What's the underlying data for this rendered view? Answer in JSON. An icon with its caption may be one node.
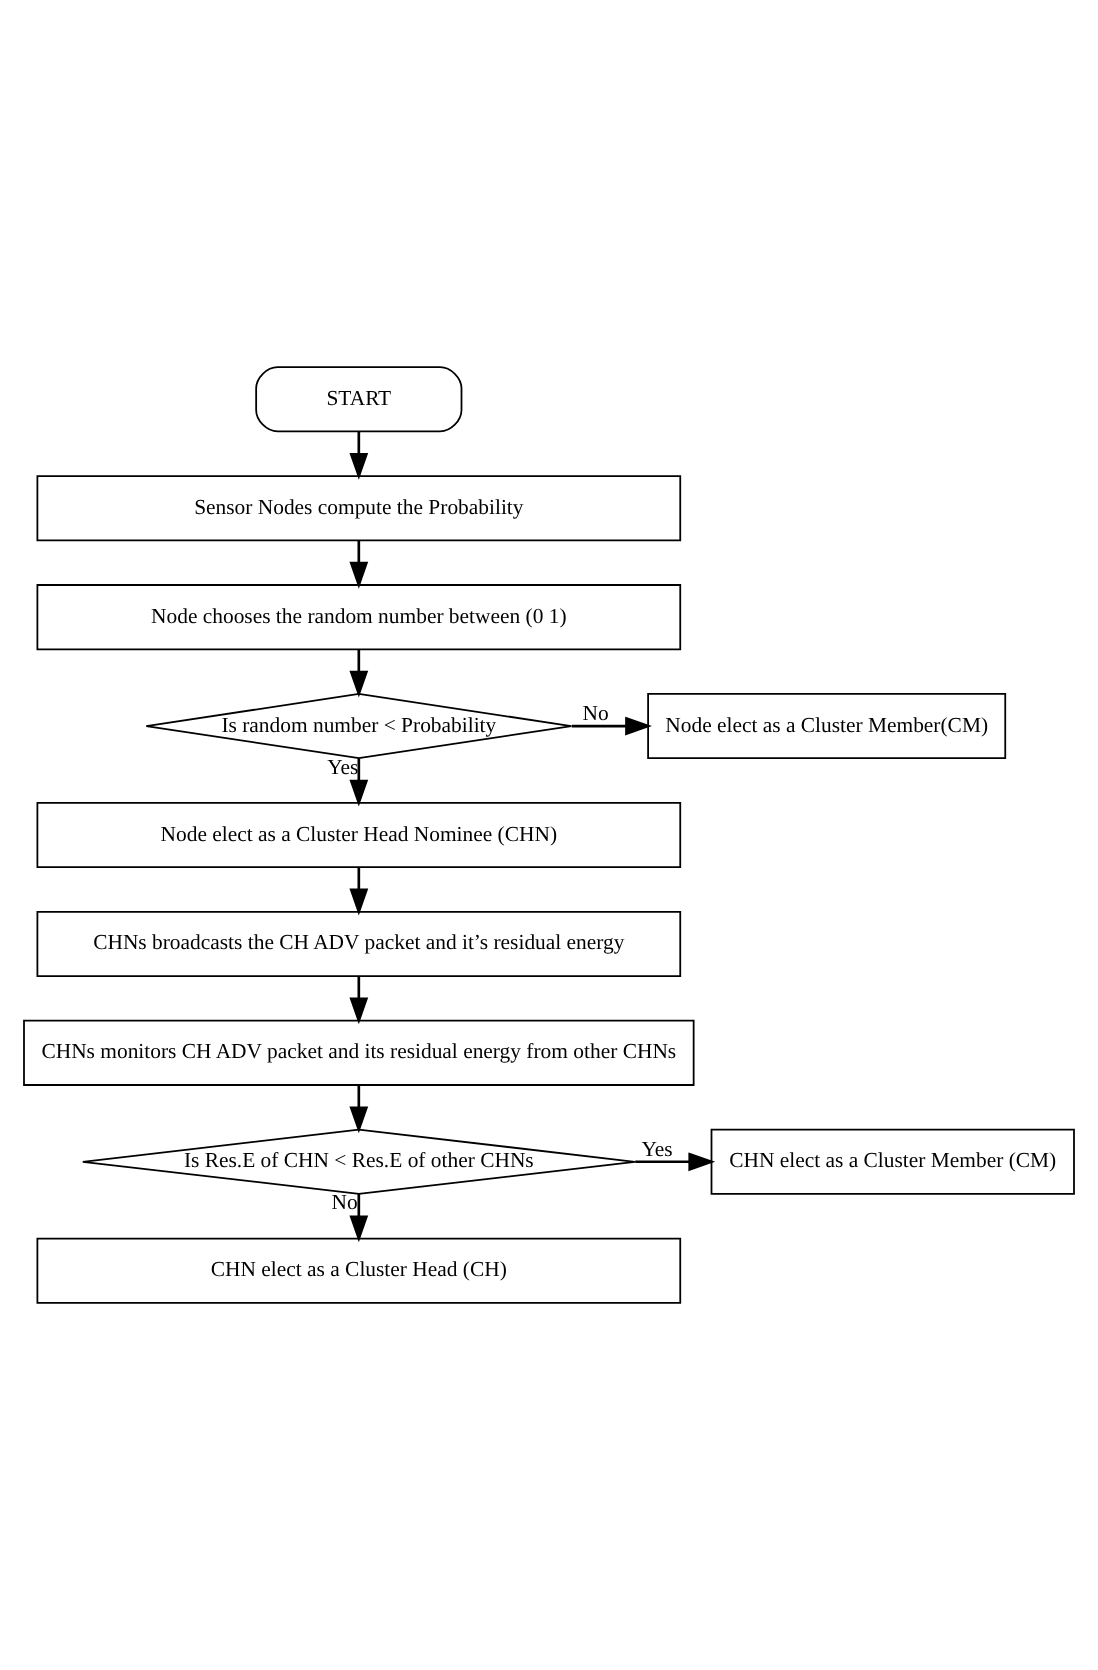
{
  "diagram": {
    "nodes": [
      {
        "text": [
          "START"
        ]
      },
      {
        "text": [
          "Sensor Nodes compute the Probability"
        ]
      },
      {
        "text": [
          "Node chooses the random number between (0 1)"
        ]
      },
      {
        "text": [
          "Is random number < Probability"
        ]
      },
      {
        "text": [
          "Node elect as a Cluster Member(CM)"
        ]
      },
      {
        "text": [
          "Node elect as a Cluster Head Nominee (CHN)"
        ]
      },
      {
        "text": [
          "CHNs broadcasts the CH ADV packet and it’s residual energy"
        ]
      },
      {
        "text": [
          "CHNs monitors CH ADV packet and its residual energy from other CHNs"
        ]
      },
      {
        "text": [
          "Is Res.E of CHN < Res.E of other CHNs"
        ]
      },
      {
        "text": [
          "CHN elect as a Cluster Member (CM)"
        ]
      },
      {
        "text": [
          "CHN elect as a Cluster Head (CH)"
        ]
      }
    ],
    "edges": [
      {
        "from": 0,
        "to": 1,
        "arrow": "to"
      },
      {
        "from": 1,
        "to": 2,
        "arrow": "to"
      },
      {
        "from": 2,
        "to": 3,
        "arrow": "to"
      },
      {
        "from": 3,
        "to": 4,
        "arrow": "to",
        "label": "No"
      },
      {
        "from": 3,
        "to": 5,
        "arrow": "to",
        "label": "Yes"
      },
      {
        "from": 5,
        "to": 6,
        "arrow": "to"
      },
      {
        "from": 6,
        "to": 7,
        "arrow": "to"
      },
      {
        "from": 7,
        "to": 8,
        "arrow": "to"
      },
      {
        "from": 8,
        "to": 9,
        "arrow": "to",
        "label": "Yes"
      },
      {
        "from": 8,
        "to": 10,
        "arrow": "to",
        "label": "No"
      }
    ]
  }
}
